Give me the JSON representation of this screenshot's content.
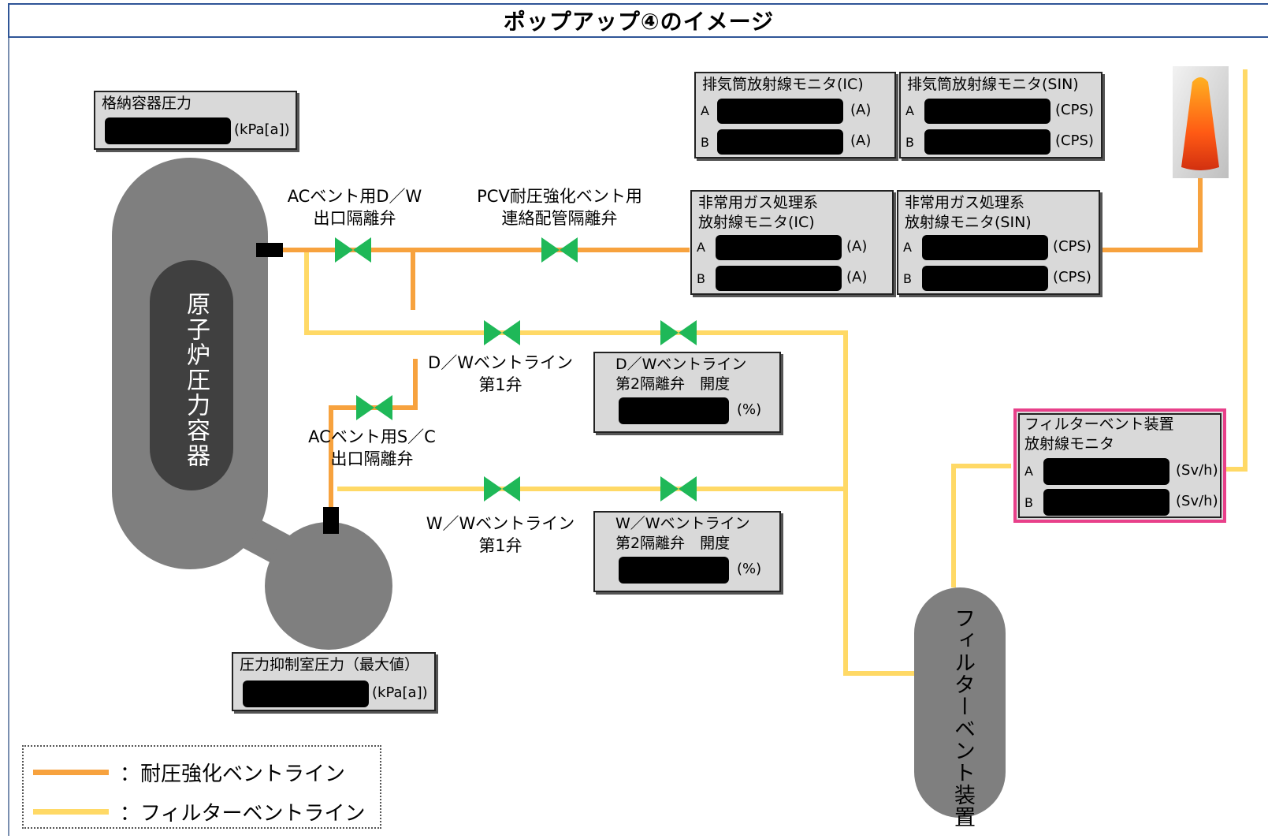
{
  "title": "ポップアップ④のイメージ",
  "colors": {
    "pressure_line": "#f7a23e",
    "filter_line": "#ffd966",
    "valve": "#1fb858",
    "vessel": "#7f7f7f",
    "vessel_inner": "#404040",
    "box_bg": "#d9d9d9",
    "highlight_border": "#e8408a"
  },
  "vessels": {
    "rpv": "原子炉圧力容器",
    "filter": "フィルターベント装置"
  },
  "valve_labels": {
    "ac_dw": "ACベント用D／W\n出口隔離弁",
    "pcv": "PCV耐圧強化ベント用\n連絡配管隔離弁",
    "dw_line": "D／Wベントライン\n第1弁",
    "ac_sc": "ACベント用S／C\n出口隔離弁",
    "ww_line": "W／Wベントライン\n第1弁"
  },
  "panels": {
    "containment_pressure": {
      "title": "格納容器圧力",
      "unit": "(kPa[a])"
    },
    "suppression_pressure": {
      "title": "圧力抑制室圧力（最大値）",
      "unit": "(kPa[a])"
    },
    "stack_ic": {
      "title": "排気筒放射線モニタ(IC)",
      "rows": [
        {
          "label": "A",
          "unit": "(A)"
        },
        {
          "label": "B",
          "unit": "(A)"
        }
      ]
    },
    "stack_sin": {
      "title": "排気筒放射線モニタ(SIN)",
      "rows": [
        {
          "label": "A",
          "unit": "(CPS)"
        },
        {
          "label": "B",
          "unit": "(CPS)"
        }
      ]
    },
    "sgts_ic": {
      "title": "非常用ガス処理系\n放射線モニタ(IC)",
      "rows": [
        {
          "label": "A",
          "unit": "(A)"
        },
        {
          "label": "B",
          "unit": "(A)"
        }
      ]
    },
    "sgts_sin": {
      "title": "非常用ガス処理系\n放射線モニタ(SIN)",
      "rows": [
        {
          "label": "A",
          "unit": "(CPS)"
        },
        {
          "label": "B",
          "unit": "(CPS)"
        }
      ]
    },
    "dw_valve2": {
      "title": "D／Wベントライン\n第2隔離弁　開度",
      "unit": "(%)"
    },
    "ww_valve2": {
      "title": "W／Wベントライン\n第2隔離弁　開度",
      "unit": "(%)"
    },
    "filter_monitor": {
      "title": "フィルターベント装置\n放射線モニタ",
      "rows": [
        {
          "label": "A",
          "unit": "(Sv/h)"
        },
        {
          "label": "B",
          "unit": "(Sv/h)"
        }
      ]
    }
  },
  "legend": [
    {
      "label": "：耐圧強化ベントライン",
      "color": "#f7a23e"
    },
    {
      "label": "：フィルターベントライン",
      "color": "#ffd966"
    }
  ]
}
